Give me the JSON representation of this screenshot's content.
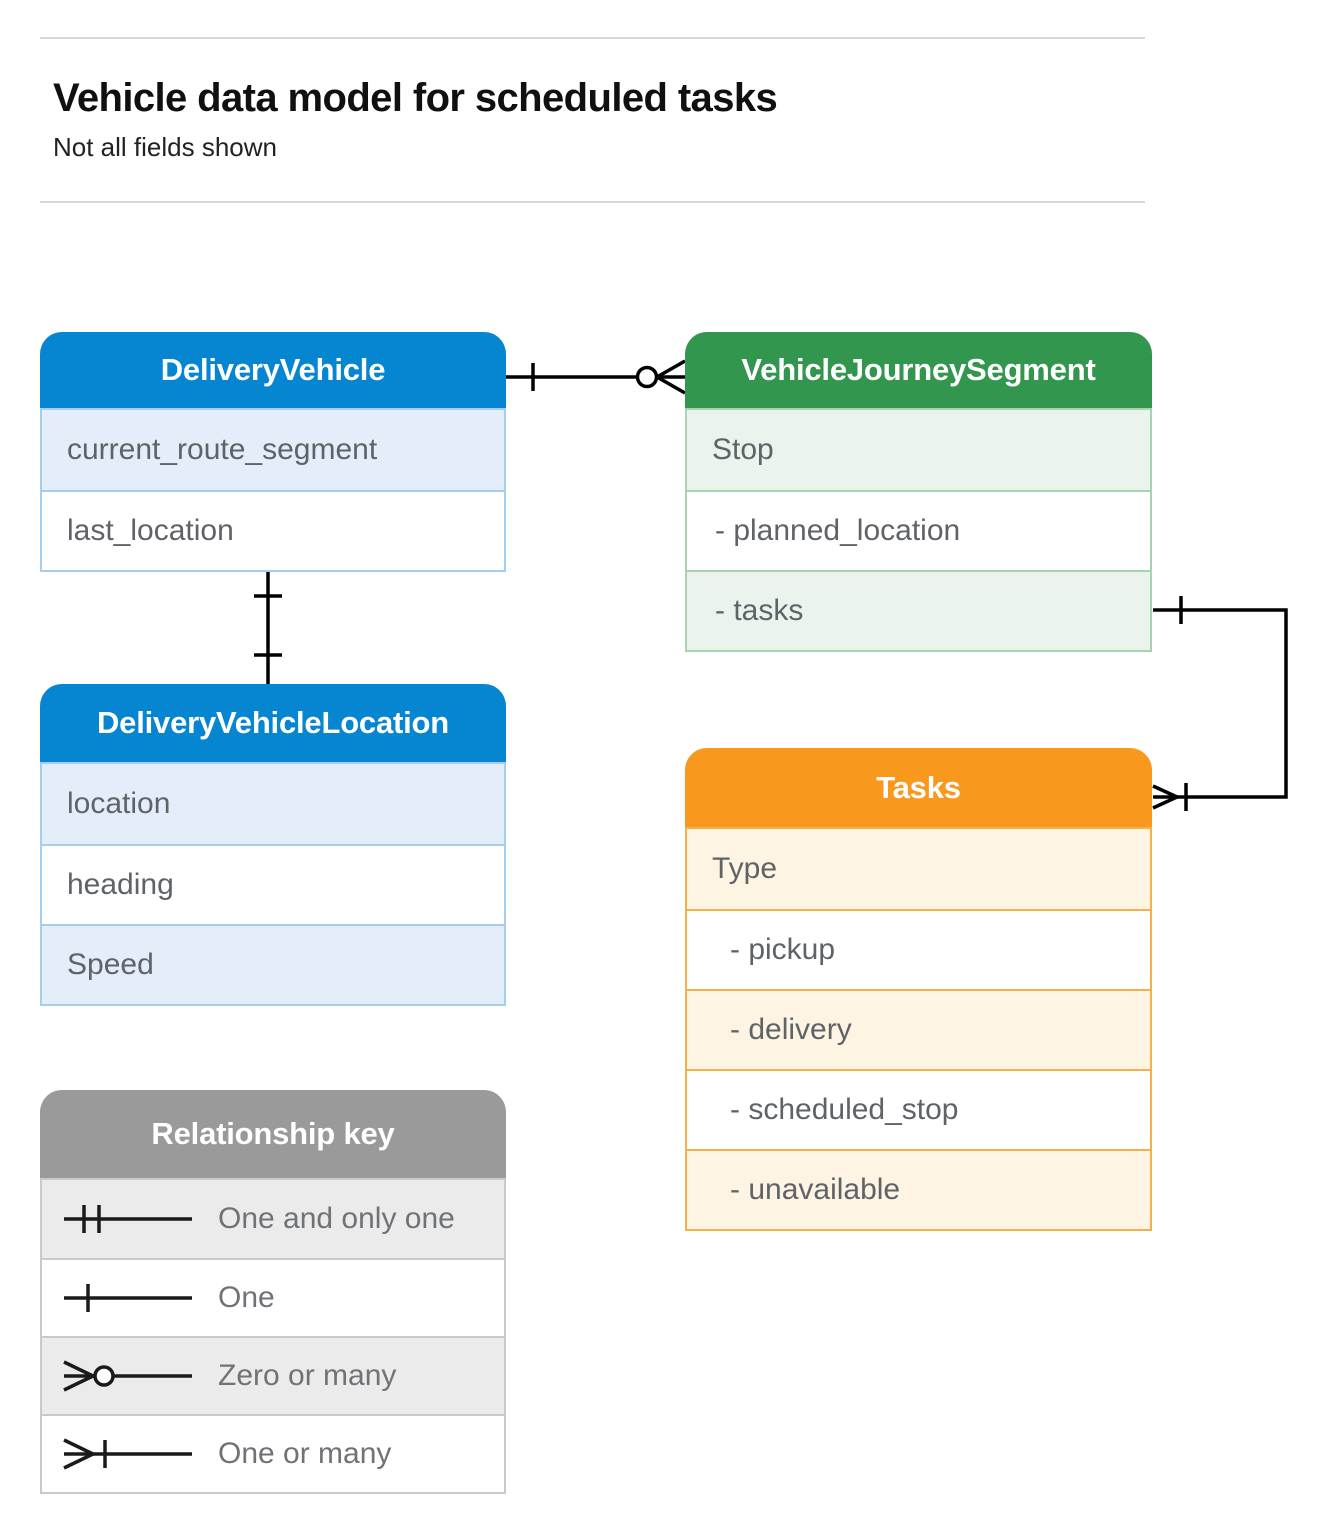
{
  "page": {
    "title": "Vehicle data model for scheduled tasks",
    "subtitle": "Not all fields shown"
  },
  "palette": {
    "blue_header": "#0685d0",
    "blue_tint": "#e4eefa",
    "blue_border": "#a5cdee",
    "green_header": "#33964e",
    "green_tint": "#eaf4ec",
    "green_border": "#a7d3b2",
    "orange_header": "#f8991d",
    "orange_tint": "#fdf4e3",
    "orange_border": "#f4b04a",
    "gray_header": "#9a9a9a",
    "gray_tint": "#ebebeb",
    "gray_border": "#c9c9c9",
    "field_text": "#5f6368",
    "connector": "#000000"
  },
  "entities": [
    {
      "name": "DeliveryVehicle",
      "color": "blue",
      "fields": [
        {
          "label": "current_route_segment"
        },
        {
          "label": "last_location"
        }
      ]
    },
    {
      "name": "VehicleJourneySegment",
      "color": "green",
      "fields": [
        {
          "label": "Stop"
        },
        {
          "label": "- planned_location"
        },
        {
          "label": "- tasks"
        }
      ]
    },
    {
      "name": "DeliveryVehicleLocation",
      "color": "blue",
      "fields": [
        {
          "label": "location"
        },
        {
          "label": "heading"
        },
        {
          "label": "Speed"
        }
      ]
    },
    {
      "name": "Tasks",
      "color": "orange",
      "fields": [
        {
          "label": "Type"
        },
        {
          "label": "- pickup"
        },
        {
          "label": "- delivery"
        },
        {
          "label": "- scheduled_stop"
        },
        {
          "label": "- unavailable"
        }
      ]
    }
  ],
  "relationships": [
    {
      "from": "DeliveryVehicle",
      "to": "VehicleJourneySegment",
      "from_cardinality": "one",
      "to_cardinality": "zero-or-many"
    },
    {
      "from": "DeliveryVehicle",
      "to": "DeliveryVehicleLocation",
      "from_cardinality": "one",
      "to_cardinality": "one"
    },
    {
      "from": "VehicleJourneySegment.tasks",
      "to": "Tasks",
      "from_cardinality": "one",
      "to_cardinality": "one-or-many"
    }
  ],
  "legend": {
    "title": "Relationship key",
    "items": [
      {
        "symbol": "one-and-only-one",
        "label": "One and only one"
      },
      {
        "symbol": "one",
        "label": "One"
      },
      {
        "symbol": "zero-or-many",
        "label": "Zero or many"
      },
      {
        "symbol": "one-or-many",
        "label": "One or many"
      }
    ]
  }
}
